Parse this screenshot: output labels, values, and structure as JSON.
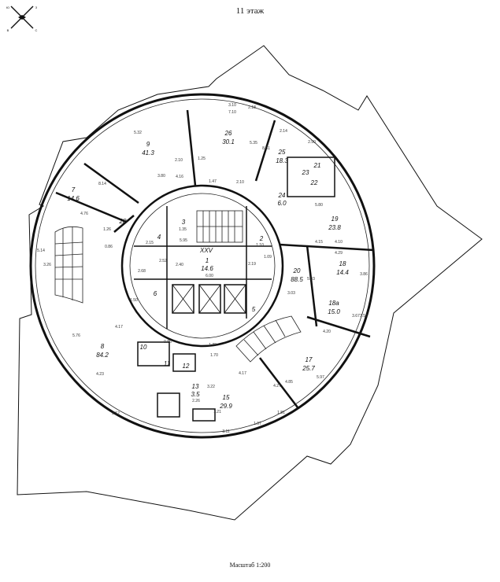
{
  "floor_title": "11 этаж",
  "scale_label": "Масштаб 1:200",
  "compass": [
    "Ю",
    "З",
    "В",
    "С"
  ],
  "rooms": [
    {
      "num": "9",
      "area": "41.3"
    },
    {
      "num": "26",
      "area": "30.1"
    },
    {
      "num": "25",
      "area": "18.3"
    },
    {
      "num": "7",
      "area": "14.6"
    },
    {
      "num": "28",
      "area": ""
    },
    {
      "num": "23",
      "area": ""
    },
    {
      "num": "21",
      "area": ""
    },
    {
      "num": "22",
      "area": ""
    },
    {
      "num": "24",
      "area": "6.0"
    },
    {
      "num": "19",
      "area": "23.8"
    },
    {
      "num": "3",
      "area": ""
    },
    {
      "num": "4",
      "area": ""
    },
    {
      "num": "2",
      "area": ""
    },
    {
      "num": "XXV",
      "area": ""
    },
    {
      "num": "1",
      "area": "14.6"
    },
    {
      "num": "20",
      "area": "88.5"
    },
    {
      "num": "18",
      "area": "14.4"
    },
    {
      "num": "18а",
      "area": "15.0"
    },
    {
      "num": "6",
      "area": ""
    },
    {
      "num": "5",
      "area": ""
    },
    {
      "num": "8",
      "area": "84.2"
    },
    {
      "num": "10",
      "area": ""
    },
    {
      "num": "11",
      "area": ""
    },
    {
      "num": "12",
      "area": ""
    },
    {
      "num": "17",
      "area": "25.7"
    },
    {
      "num": "13",
      "area": "3.5"
    },
    {
      "num": "15",
      "area": "29.9"
    }
  ],
  "dimensions": [
    "5.32",
    "3.10",
    "7.10",
    "2.18",
    "5.35",
    "8.61",
    "2.14",
    "2.90",
    "1.25",
    "2.10",
    "3.80",
    "4.16",
    "1.47",
    "2.10",
    "8.14",
    "4.76",
    "4.10",
    "1.26",
    "0.86",
    "5.14",
    "3.26",
    "1.35",
    "5.95",
    "2.15",
    "2.52",
    "2.40",
    "2.68",
    "6.00",
    "2.19",
    "1.09",
    "1.10",
    "5.33",
    "4.15",
    "4.29",
    "3.86",
    "3.03",
    "4.20",
    "3.67",
    "3.56",
    "5.76",
    "4.17",
    "4.23",
    "3.12",
    "1.73",
    "1.70",
    "4.17",
    "4.27",
    "4.85",
    "5.97",
    "3.22",
    "2.26",
    "1.21",
    "3.11",
    "1.97",
    "1.81",
    "5.80",
    "1.50",
    "0.86"
  ]
}
